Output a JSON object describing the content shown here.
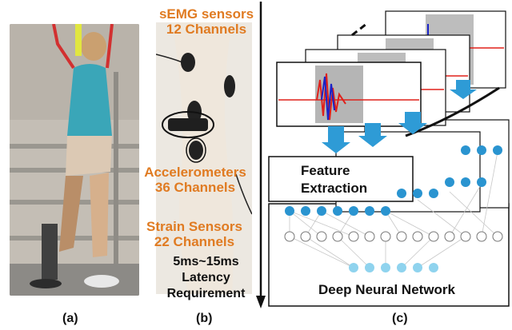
{
  "labels": {
    "semg_line1": "sEMG sensors",
    "semg_line2": "12 Channels",
    "accel_line1": "Accelerometers",
    "accel_line2": "36 Channels",
    "strain_line1": "Strain Sensors",
    "strain_line2": "22 Channels",
    "latency_line1": "5ms~15ms",
    "latency_line2": "Latency",
    "latency_line3": "Requirement"
  },
  "diagram": {
    "feature_line1": "Feature",
    "feature_line2": "Extraction",
    "network_title": "Deep Neural Network"
  },
  "captions": {
    "a": "(a)",
    "b": "(b)",
    "c": "(c)"
  },
  "colors": {
    "orange": "#e07b22",
    "arrow_blue": "#2e9bd6",
    "node_dark": "#2a94d0",
    "node_light": "#8fd3ee",
    "signal_red": "#e0201a",
    "signal_blue": "#1a22c8"
  }
}
